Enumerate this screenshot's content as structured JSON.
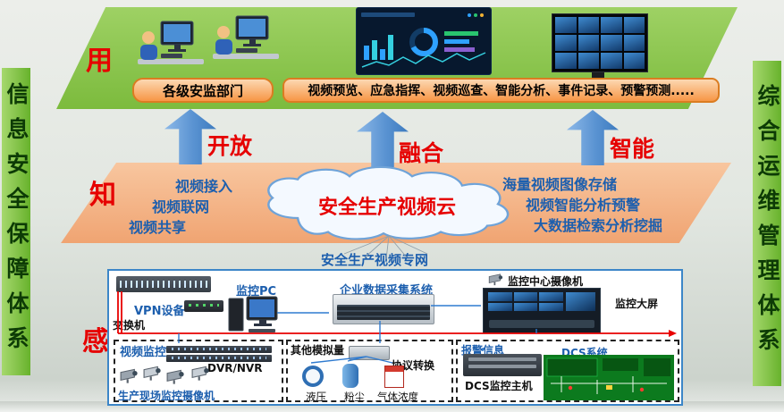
{
  "colors": {
    "platform_green": "#8cc63f",
    "platform_orange": "#f2ab7e",
    "arrow_blue": "#4a86c8",
    "box_orange": "#f79646",
    "accent_red": "#e60000",
    "text_blue": "#1d5fae",
    "banner_green": "#7dc140"
  },
  "side_banners": {
    "left": "信息安全保障体系",
    "right": "综合运维管理体系"
  },
  "use_layer": {
    "tag": "用",
    "dept_box": "各级安监部门",
    "functions_box": "视频预览、应急指挥、视频巡查、智能分析、事件记录、预警预测....."
  },
  "arrows": [
    {
      "label": "开放"
    },
    {
      "label": "融合"
    },
    {
      "label": "智能"
    }
  ],
  "know_layer": {
    "tag": "知",
    "cloud_title": "安全生产视频云",
    "left_items": [
      "视频接入",
      "视频联网",
      "视频共享"
    ],
    "right_items": [
      "海量视频图像存储",
      "视频智能分析预警",
      "大数据检索分析挖掘"
    ],
    "network_label": "安全生产视频专网"
  },
  "sense_layer": {
    "tag": "感",
    "switch_label": "交换机",
    "vpn_label": "VPN设备",
    "pc_label": "监控PC",
    "collector_label": "企业数据采集系统",
    "center_camera_label": "监控中心摄像机",
    "big_screen_label": "监控大屏",
    "video_group": {
      "title": "视频监控",
      "dvr_label": "DVR/NVR",
      "cameras_label": "生产现场监控摄像机"
    },
    "analog_group": {
      "title": "其他模拟量",
      "converter_label": "协议转换",
      "sensor_labels": [
        "液压",
        "粉尘",
        "气体浓度"
      ]
    },
    "dcs_group": {
      "alarm_label": "报警信息",
      "dcs_label": "DCS系统",
      "host_label": "DCS监控主机"
    }
  },
  "icons": {
    "workstation-icon": "person at desktop computer",
    "dashboard-screen": "dark analytics dashboard",
    "video-wall-icon": "grid of blue monitors",
    "cloud-icon": "cloud outline",
    "up-arrow-icon": "blue block arrow pointing up",
    "switch-icon": "network switch",
    "vpn-device-icon": "vpn appliance",
    "pc-icon": "desktop pc",
    "server-icon": "industrial data collector",
    "camera-icon": "cctv camera",
    "control-room-icon": "monitoring control room",
    "dvr-icon": "dvr/nvr recorder",
    "converter-icon": "protocol converter",
    "gauge-icon": "hydraulic gauge sensor",
    "cylinder-icon": "dust sensor",
    "detector-icon": "gas concentration detector",
    "dcs-host-icon": "dcs server",
    "dcs-screen-icon": "green dcs hmi screenshot"
  }
}
